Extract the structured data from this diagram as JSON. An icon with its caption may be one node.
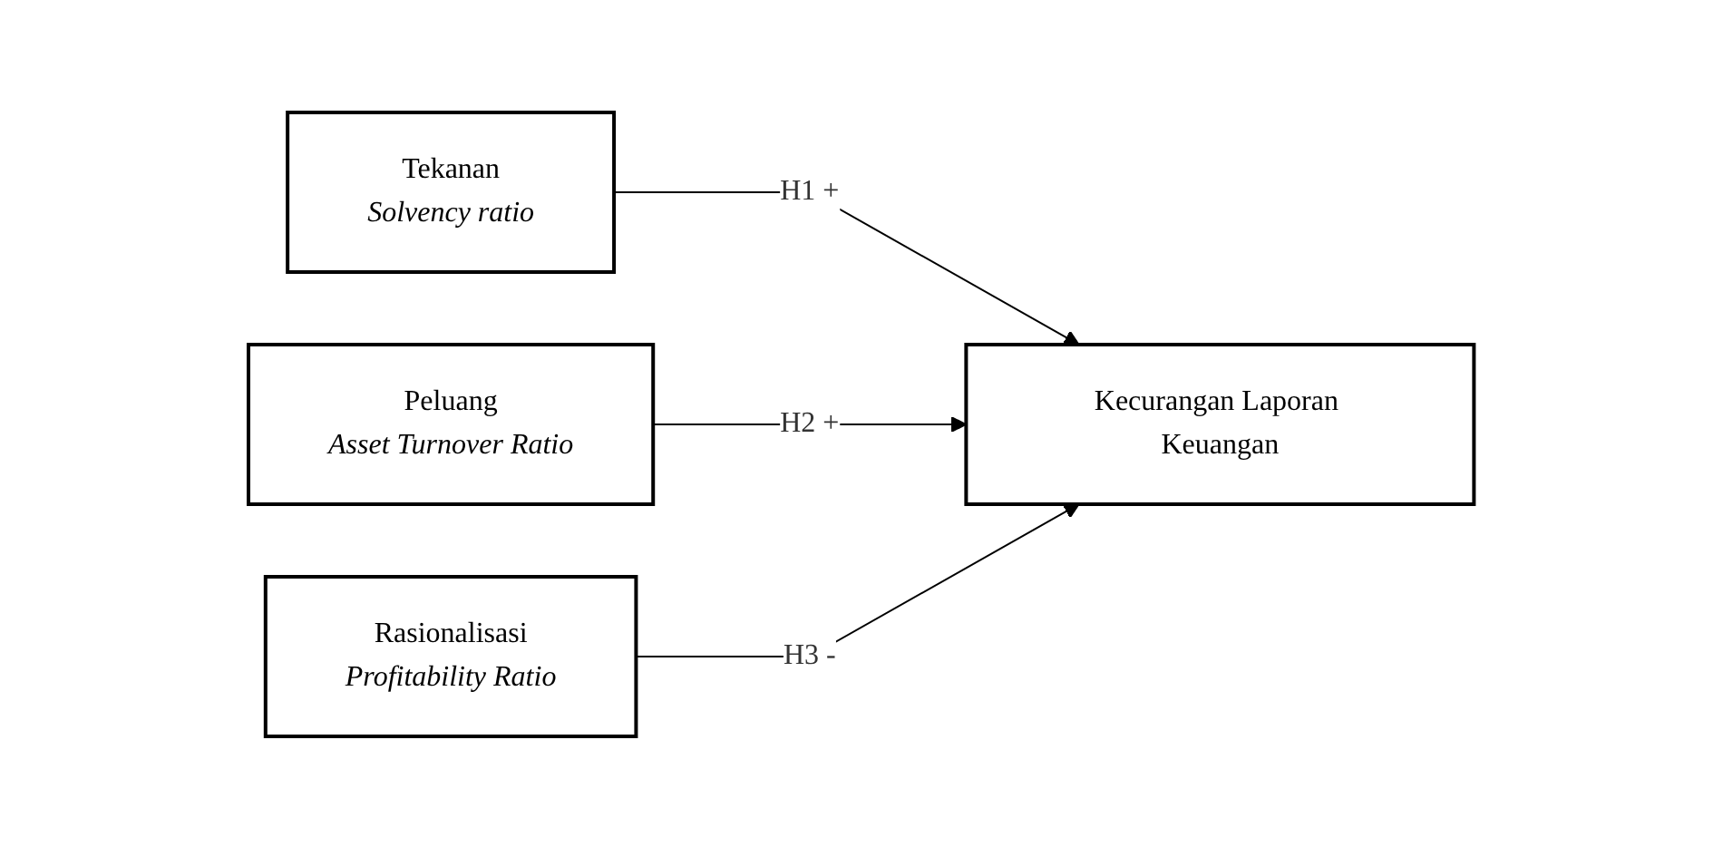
{
  "diagram": {
    "nodes": [
      {
        "text": [
          "Tekanan",
          "Solvency ratio"
        ]
      },
      {
        "text": [
          "Peluang",
          "Asset Turnover Ratio"
        ]
      },
      {
        "text": [
          "Rasionalisasi",
          "Profitability Ratio"
        ]
      },
      {
        "text": [
          "Kecurangan Laporan Keuangan"
        ]
      }
    ],
    "edges": [
      {
        "from": 0,
        "to": 3,
        "arrow": "to",
        "label": "H1 +"
      },
      {
        "from": 1,
        "to": 3,
        "arrow": "to",
        "label": "H2 +"
      },
      {
        "from": 2,
        "to": 3,
        "arrow": "to",
        "label": "H3 -"
      }
    ]
  }
}
